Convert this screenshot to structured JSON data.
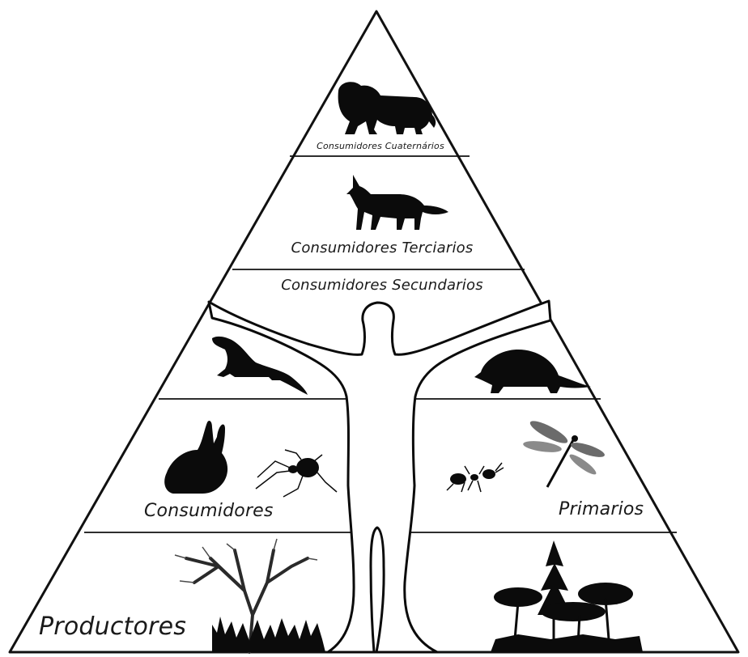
{
  "pyramid": {
    "levels": [
      {
        "id": "quaternary",
        "label": "Consumidores Cuaternários"
      },
      {
        "id": "tertiary",
        "label": "Consumidores Terciarios"
      },
      {
        "id": "secondary",
        "label": "Consumidores Secundarios"
      },
      {
        "id": "primary",
        "labels": [
          "Consumidores",
          "Primarios"
        ]
      },
      {
        "id": "producers",
        "label": "Productores"
      }
    ],
    "icons": [
      "lion-icon",
      "fox-icon",
      "ferret-icon",
      "armadillo-icon",
      "rabbit-icon",
      "spider-icon",
      "ant-icon",
      "dragonfly-icon",
      "bare-tree-icon",
      "forest-icon",
      "human-figure-icon"
    ],
    "colors": {
      "outline": "#111111",
      "silhouette": "#0b0b0b",
      "background": "#ffffff"
    }
  }
}
